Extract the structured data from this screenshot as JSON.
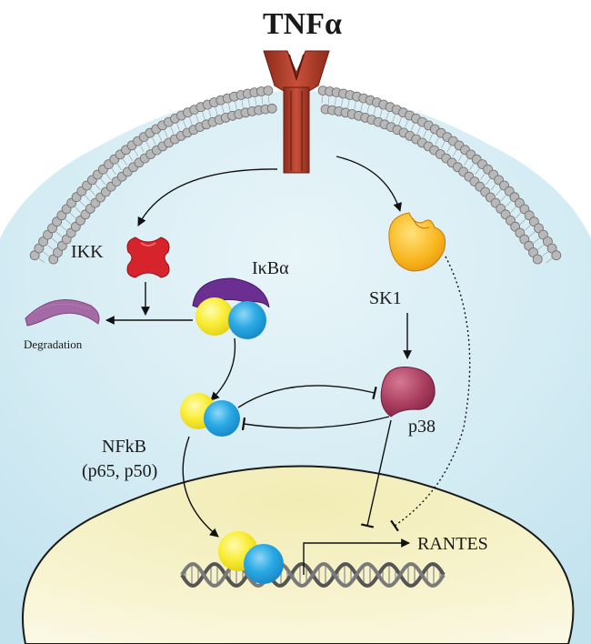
{
  "title": "TNFα",
  "labels": {
    "ikk": "IKK",
    "ikba": "IκBα",
    "degradation": "Degradation",
    "sk1": "SK1",
    "p38": "p38",
    "nfkb": "NFkB",
    "nfkb_sub": "(p65, p50)",
    "rantes": "RANTES"
  },
  "colors": {
    "receptor": "#b8432d",
    "ikk": "#d6232c",
    "ikba_cap": "#6a2f91",
    "p65": "#f7ec2a",
    "p50": "#2aa5e0",
    "sk1": "#f8b51c",
    "p38": "#a83c5e",
    "degradation": "#a46aa6",
    "cytoplasm": "#d6edf4",
    "nucleus": "#f7f2bf"
  }
}
